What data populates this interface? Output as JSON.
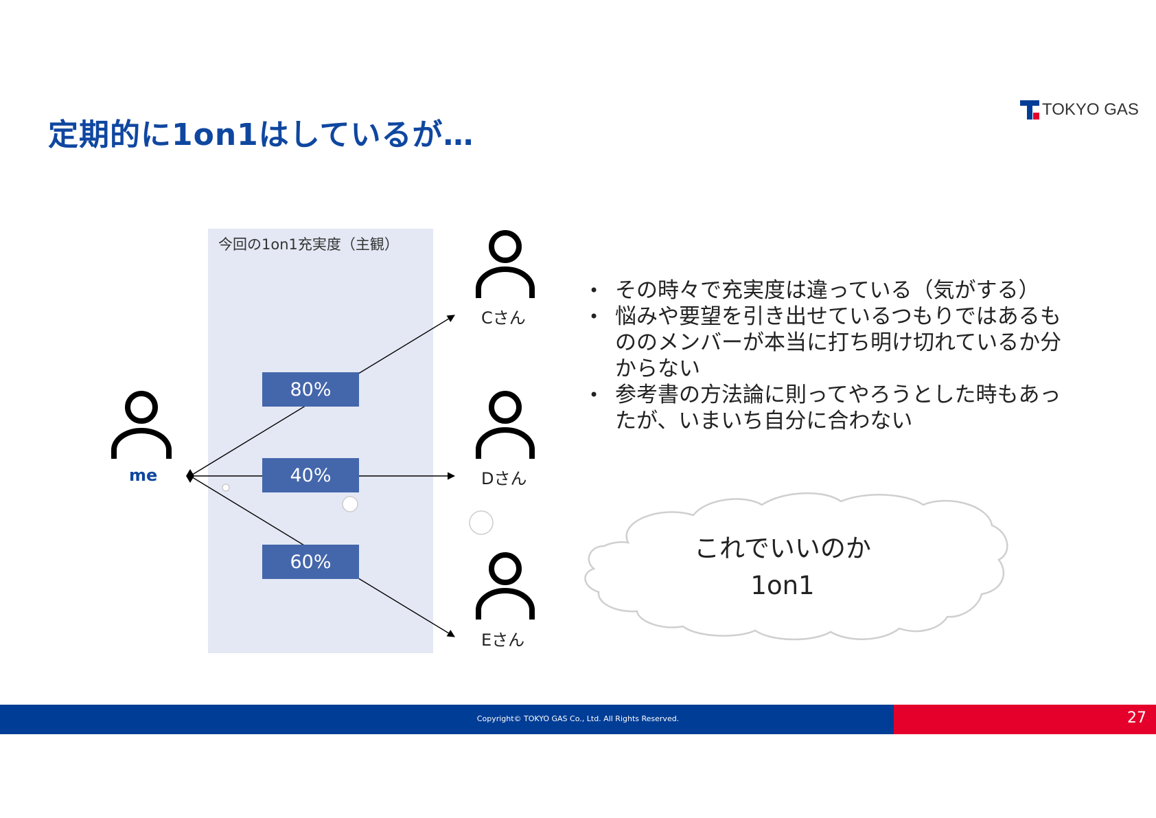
{
  "title": "定期的に1on1はしているが…",
  "logo": {
    "text": "TOKYO GAS",
    "blue": "#003d96",
    "red": "#e4002b"
  },
  "panel_label": "今回の1on1充実度（主観）",
  "me_label": "me",
  "members": [
    {
      "label": "Cさん",
      "satisfaction": "80%"
    },
    {
      "label": "Dさん",
      "satisfaction": "40%"
    },
    {
      "label": "Eさん",
      "satisfaction": "60%"
    }
  ],
  "bullets": [
    {
      "marker": "•",
      "text": "その時々で充実度は違っている（気がする）"
    },
    {
      "marker": "•",
      "text": "悩みや要望を引き出せているつもりではあるもののメンバーが本当に打ち明け切れているか分からない"
    },
    {
      "marker": "•",
      "text": "参考書の方法論に則ってやろうとした時もあったが、いまいち自分に合わない"
    }
  ],
  "cloud": {
    "line1": "これでいいのか",
    "line2": "1on1"
  },
  "footer": {
    "copyright": "Copyright© TOKYO GAS Co., Ltd. All Rights Reserved.",
    "page": "27"
  },
  "colors": {
    "title": "#0f47a0",
    "box": "#4466ab",
    "panel": "#e4e8f4"
  }
}
